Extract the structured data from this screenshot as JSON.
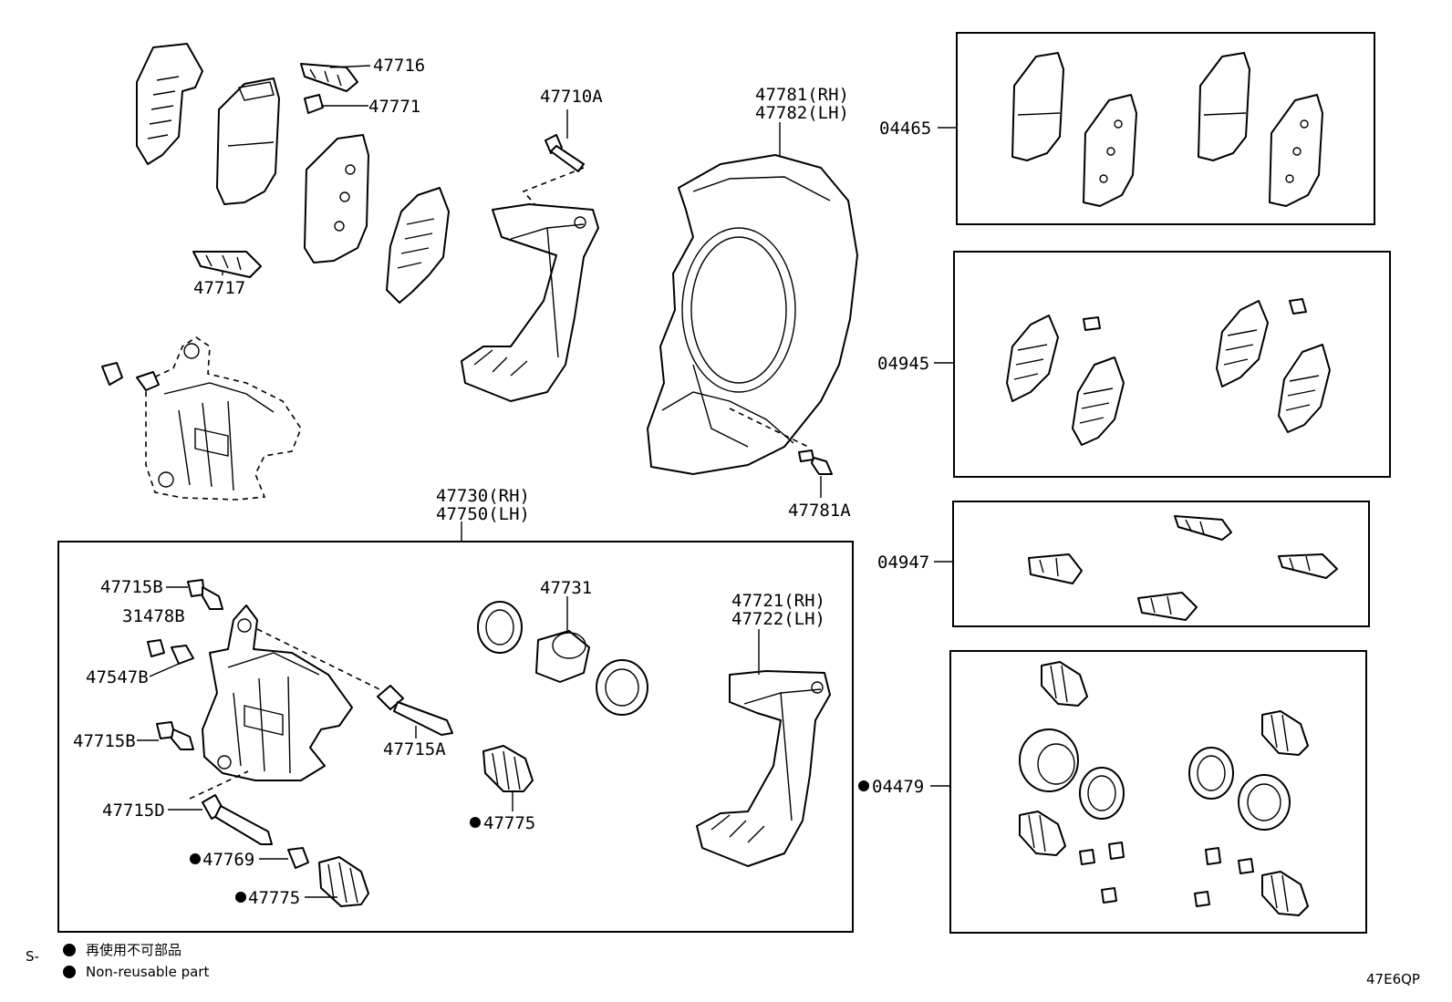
{
  "labels": {
    "p47716": "47716",
    "p47771": "47771",
    "p47717": "47717",
    "p47710A": "47710A",
    "p47781rh": "47781(RH)",
    "p47782lh": "47782(LH)",
    "p47781A": "47781A",
    "p47730rh": "47730(RH)",
    "p47750lh": "47750(LH)",
    "p47715B_1": "47715B",
    "p31478B": "31478B",
    "p47547B": "47547B",
    "p47715B_2": "47715B",
    "p47715D": "47715D",
    "p47769": "47769",
    "p47775_a": "47775",
    "p47731": "47731",
    "p47715A": "47715A",
    "p47775_b": "47775",
    "p47721rh": "47721(RH)",
    "p47722lh": "47722(LH)",
    "p04465": "04465",
    "p04945": "04945",
    "p04947": "04947",
    "p04479": "04479"
  },
  "legend": {
    "prefix": "S-",
    "line1": "再使用不可部品",
    "line2": "Non-reusable part"
  },
  "code": "47E6QP"
}
